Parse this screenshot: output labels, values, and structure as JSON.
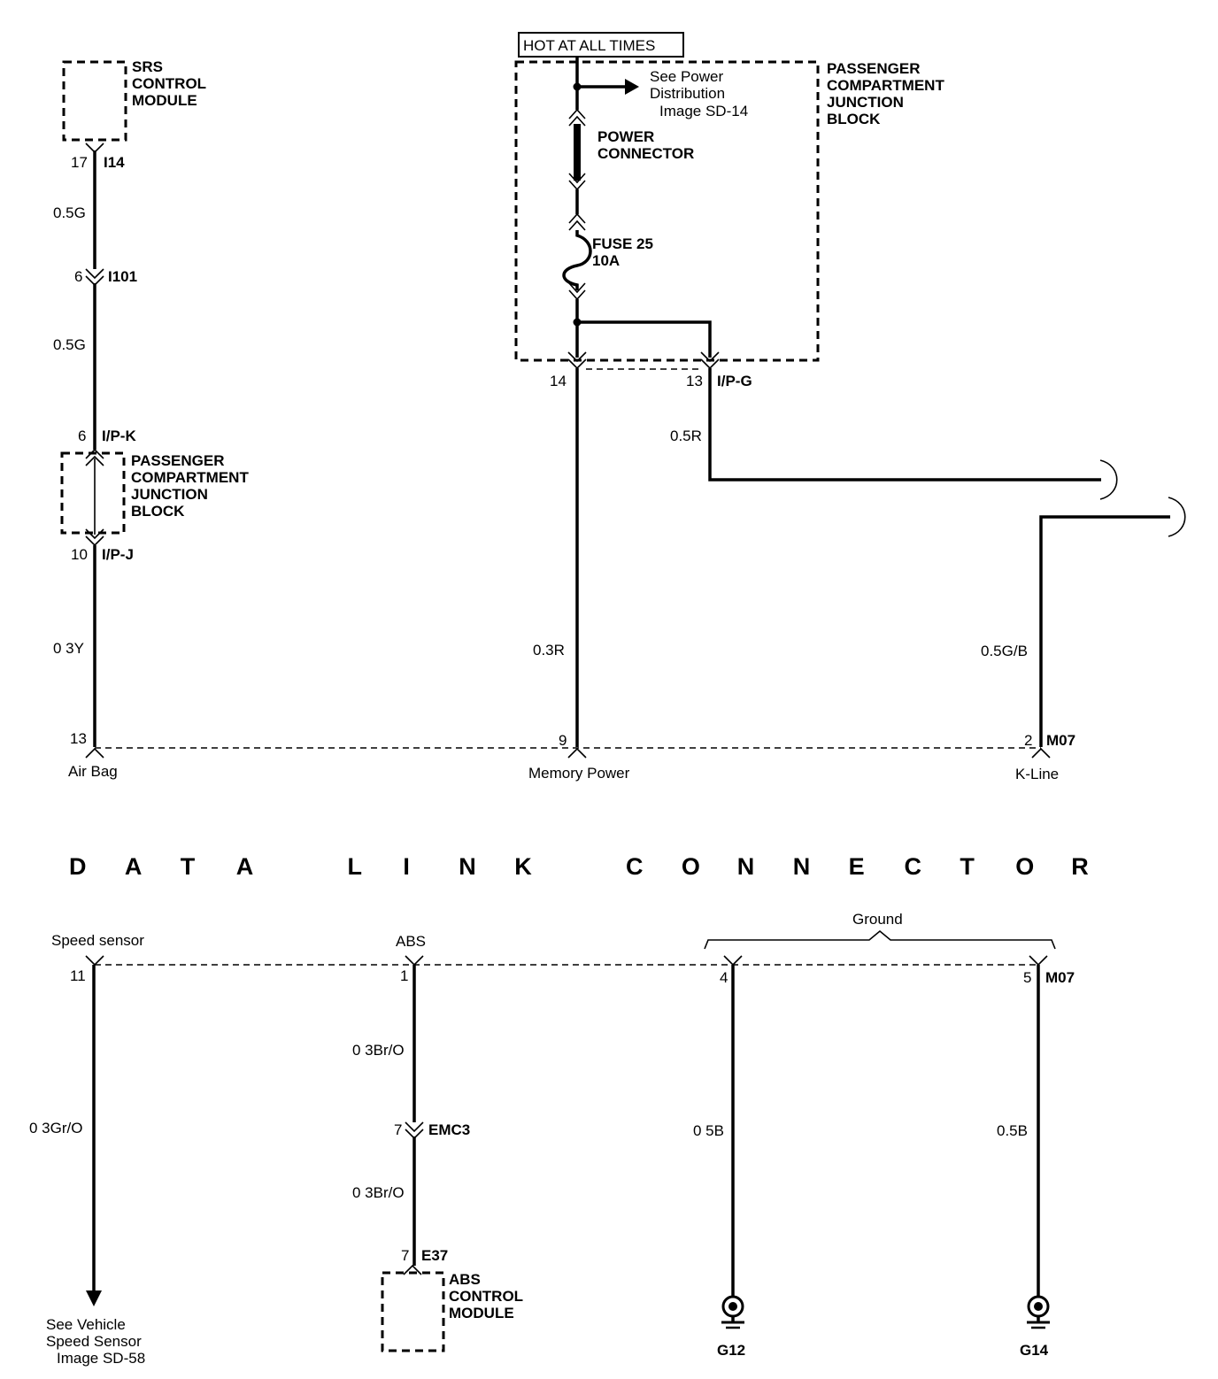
{
  "hot_at_all_times": "HOT AT ALL TIMES",
  "pcjb_top": [
    "PASSENGER",
    "COMPARTMENT",
    "JUNCTION",
    "BLOCK"
  ],
  "see_power": [
    "See Power",
    "Distribution",
    "Image SD-14"
  ],
  "power_connector": [
    "POWER",
    "CONNECTOR"
  ],
  "fuse": [
    "FUSE 25",
    "10A"
  ],
  "srs_module": [
    "SRS",
    "CONTROL",
    "MODULE"
  ],
  "pcjb_left": [
    "PASSENGER",
    "COMPARTMENT",
    "JUNCTION",
    "BLOCK"
  ],
  "abs_module": [
    "ABS",
    "CONTROL",
    "MODULE"
  ],
  "connectors": {
    "i14": {
      "pin": "17",
      "id": "I14"
    },
    "i101": {
      "pin": "6",
      "id": "I101"
    },
    "ipk": {
      "pin": "6",
      "id": "I/P-K"
    },
    "ipj": {
      "pin": "10",
      "id": "I/P-J"
    },
    "ipg_14": {
      "pin": "14"
    },
    "ipg_13": {
      "pin": "13",
      "id": "I/P-G"
    },
    "dlc_13": {
      "pin": "13"
    },
    "dlc_9": {
      "pin": "9"
    },
    "dlc_2": {
      "pin": "2",
      "id": "M07"
    },
    "dlc_11": {
      "pin": "11"
    },
    "dlc_1": {
      "pin": "1"
    },
    "dlc_4": {
      "pin": "4"
    },
    "dlc_5": {
      "pin": "5",
      "id": "M07"
    },
    "emc3": {
      "pin": "7",
      "id": "EMC3"
    },
    "e37": {
      "pin": "7",
      "id": "E37"
    }
  },
  "wires": {
    "srs_a": "0.5G",
    "srs_b": "0.5G",
    "airbag": "0 3Y",
    "ipg_r": "0.5R",
    "memory": "0.3R",
    "kline": "0.5G/B",
    "speed": "0 3Gr/O",
    "abs_a": "0 3Br/O",
    "abs_b": "0 3Br/O",
    "gnd_4": "0 5B",
    "gnd_5": "0.5B"
  },
  "dlc_pins_top": {
    "air_bag": "Air Bag",
    "memory_power": "Memory Power",
    "k_line": "K-Line"
  },
  "dlc_title": [
    "D",
    "A",
    "T",
    "A",
    "",
    "L",
    "I",
    "N",
    "K",
    "",
    "C",
    "O",
    "N",
    "N",
    "E",
    "C",
    "T",
    "O",
    "R"
  ],
  "dlc_pins_bottom": {
    "speed_sensor": "Speed sensor",
    "abs": "ABS",
    "ground": "Ground"
  },
  "see_vss": [
    "See Vehicle",
    "Speed Sensor",
    "Image SD-58"
  ],
  "grounds": {
    "g12": "G12",
    "g14": "G14"
  }
}
